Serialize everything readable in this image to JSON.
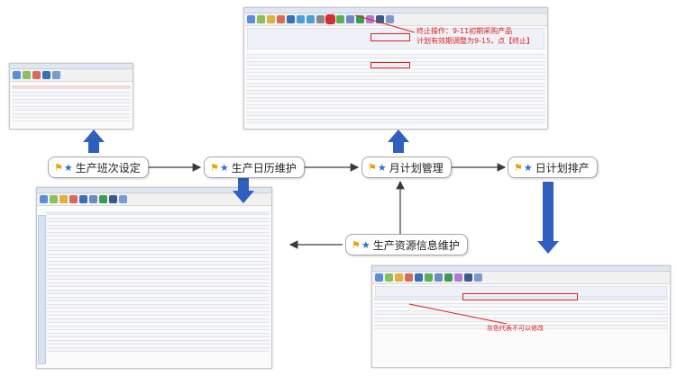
{
  "flow": {
    "nodes": [
      {
        "id": "shift",
        "label": "生产班次设定"
      },
      {
        "id": "calendar",
        "label": "生产日历维护"
      },
      {
        "id": "monthly",
        "label": "月计划管理"
      },
      {
        "id": "daily",
        "label": "日计划排产"
      },
      {
        "id": "resource",
        "label": "生产资源信息维护"
      }
    ]
  },
  "icons": {
    "flag": "flag-icon",
    "star": "star-icon"
  },
  "colors": {
    "arrow_gray": "#3a3a3a",
    "arrow_blue": "#2f5fbf",
    "flag": "#f0a000",
    "star": "#2a6fd6",
    "annotation": "#e02020"
  },
  "annotations": {
    "monthly": {
      "line1": "终止操作：9-11初期采购产品",
      "line2": "计划有效期调整为9-15，点【终止】"
    },
    "daily": {
      "line1": "灰色代表不可以修改"
    }
  }
}
